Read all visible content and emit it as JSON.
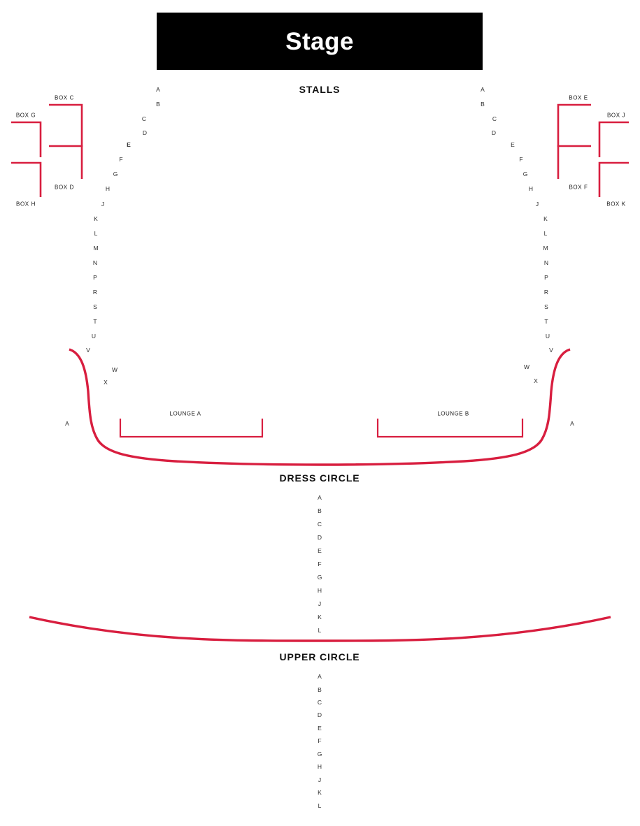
{
  "theme": {
    "accent_red": "#D81E3F",
    "stage_background": "#000000",
    "stage_text_color": "#FFFFFF",
    "page_background": "#FFFFFF",
    "label_color": "#2B2B2B"
  },
  "stage": {
    "label": "Stage"
  },
  "sections": {
    "stalls": {
      "title": "STALLS",
      "left_rows": [
        "A",
        "B",
        "C",
        "D",
        "E",
        "F",
        "G",
        "H",
        "J",
        "K",
        "L",
        "M",
        "N",
        "P",
        "R",
        "S",
        "T",
        "U",
        "V",
        "W",
        "X"
      ],
      "right_rows": [
        "A",
        "B",
        "C",
        "D",
        "E",
        "F",
        "G",
        "H",
        "J",
        "K",
        "L",
        "M",
        "N",
        "P",
        "R",
        "S",
        "T",
        "U",
        "V",
        "W",
        "X"
      ],
      "emphasised_rows": [
        "E"
      ]
    },
    "dress_circle": {
      "title": "DRESS CIRCLE",
      "rows": [
        "A",
        "B",
        "C",
        "D",
        "E",
        "F",
        "G",
        "H",
        "J",
        "K",
        "L"
      ],
      "side_row_left": "A",
      "side_row_right": "A"
    },
    "upper_circle": {
      "title": "UPPER CIRCLE",
      "rows": [
        "A",
        "B",
        "C",
        "D",
        "E",
        "F",
        "G",
        "H",
        "J",
        "K",
        "L"
      ]
    }
  },
  "boxes": {
    "left": [
      {
        "label": "BOX C"
      },
      {
        "label": "BOX G"
      },
      {
        "label": "BOX D"
      },
      {
        "label": "BOX H"
      }
    ],
    "right": [
      {
        "label": "BOX E"
      },
      {
        "label": "BOX J"
      },
      {
        "label": "BOX F"
      },
      {
        "label": "BOX K"
      }
    ]
  },
  "lounges": [
    {
      "label": "LOUNGE A"
    },
    {
      "label": "LOUNGE B"
    }
  ]
}
